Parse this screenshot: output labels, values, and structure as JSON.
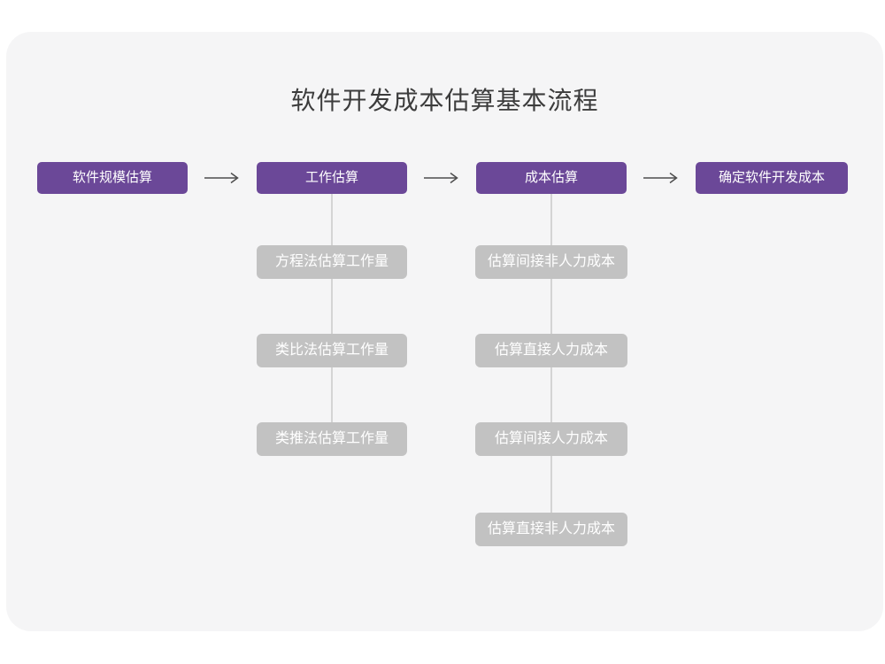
{
  "title": "软件开发成本估算基本流程",
  "colors": {
    "page_background": "#ffffff",
    "card_background": "#f5f5f6",
    "primary_node": "#6b4898",
    "child_node": "#c2c2c2",
    "node_text": "#ffffff",
    "title_text": "#3c3c3c",
    "arrow": "#4d4d4d",
    "connector_line": "#d4d4d4"
  },
  "flow": {
    "main_nodes": [
      {
        "label": "软件规模估算"
      },
      {
        "label": "工作估算"
      },
      {
        "label": "成本估算"
      },
      {
        "label": "确定软件开发成本"
      }
    ],
    "work_estimation_methods": [
      "方程法估算工作量",
      "类比法估算工作量",
      "类推法估算工作量"
    ],
    "cost_estimation_steps": [
      "估算间接非人力成本",
      "估算直接人力成本",
      "估算间接人力成本",
      "估算直接非人力成本"
    ]
  }
}
